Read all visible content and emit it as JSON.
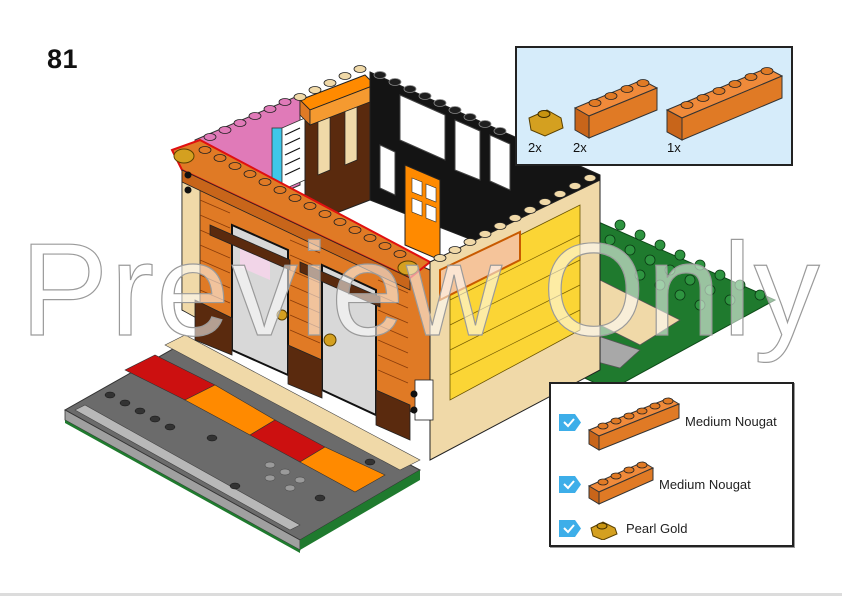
{
  "page": {
    "step_number": "81",
    "watermark_text": "Preview Only"
  },
  "parts_callout": {
    "items": [
      {
        "part": "plate-1x1-clip",
        "color_name": "Pearl Gold",
        "color": "#d4a020",
        "qty": "2x"
      },
      {
        "part": "brick-1x4",
        "color_name": "Medium Nougat",
        "color": "#e07a25",
        "qty": "2x"
      },
      {
        "part": "brick-1x6",
        "color_name": "Medium Nougat",
        "color": "#e07a25",
        "qty": "1x"
      }
    ],
    "background": "#d6ecfa"
  },
  "bom_panel": {
    "rows": [
      {
        "icon": "check-icon",
        "part": "brick-1x6",
        "label": "Medium Nougat"
      },
      {
        "icon": "check-icon",
        "part": "brick-1x4",
        "label": "Medium Nougat"
      },
      {
        "icon": "check-icon",
        "part": "plate-1x1-clip",
        "label": "Pearl Gold"
      }
    ],
    "check_color": "#3daee9"
  },
  "colors": {
    "medium_nougat": "#e07a25",
    "pearl_gold": "#d4a020",
    "tan": "#f0d9a8",
    "yellow": "#fbd535",
    "green_base": "#1f7a2e",
    "dark_gray": "#6b6b6b",
    "red": "#cc1010",
    "orange": "#ff8a00",
    "highlight_outline": "#e01010"
  }
}
